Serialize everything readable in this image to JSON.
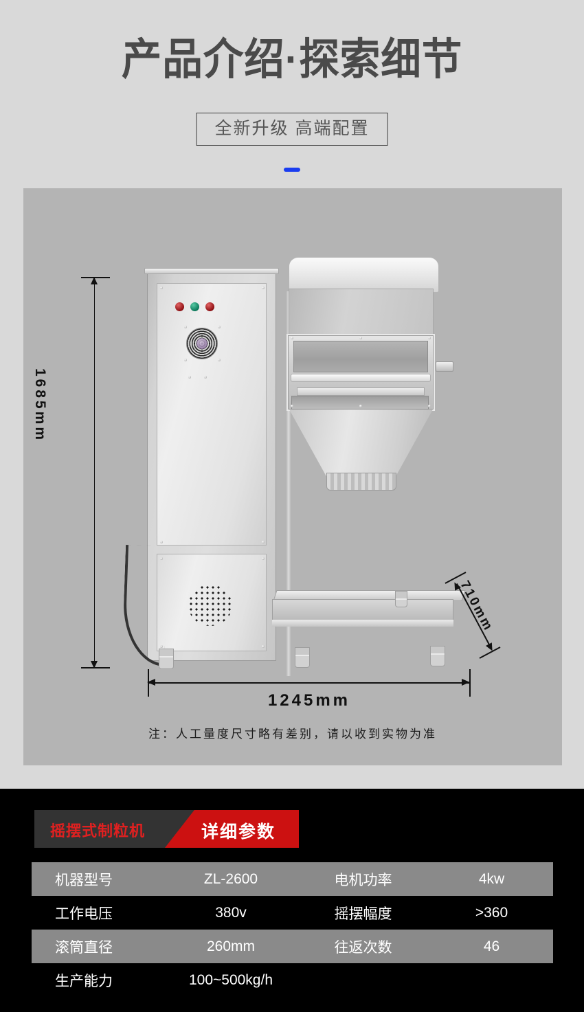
{
  "header": {
    "title": "产品介绍·探索细节",
    "subtitle": "全新升级 高端配置"
  },
  "photo": {
    "dimension_height": "1685mm",
    "dimension_width": "1245mm",
    "dimension_depth": "710mm",
    "note": "注：人工量度尺寸略有差别，请以收到实物为准"
  },
  "spec": {
    "banner_left": "摇摆式制粒机",
    "banner_right": "详细参数",
    "rows": [
      {
        "label": "机器型号",
        "value": "ZL-2600",
        "label2": "电机功率",
        "value2": "4kw"
      },
      {
        "label": "工作电压",
        "value": "380v",
        "label2": "摇摆幅度",
        "value2": ">360"
      },
      {
        "label": "滚筒直径",
        "value": "260mm",
        "label2": "往返次数",
        "value2": "46"
      },
      {
        "label": "生产能力",
        "value": "100~500kg/h",
        "label2": "",
        "value2": ""
      }
    ]
  },
  "colors": {
    "page_background": "#d9d9d9",
    "panel_background": "#b4b4b4",
    "title_text": "#4a4a4a",
    "accent_blue": "#1a3df0",
    "banner_red": "#cc1111",
    "banner_dark": "#333333",
    "row_shaded": "#8a8a8a",
    "row_plain": "#000000"
  }
}
